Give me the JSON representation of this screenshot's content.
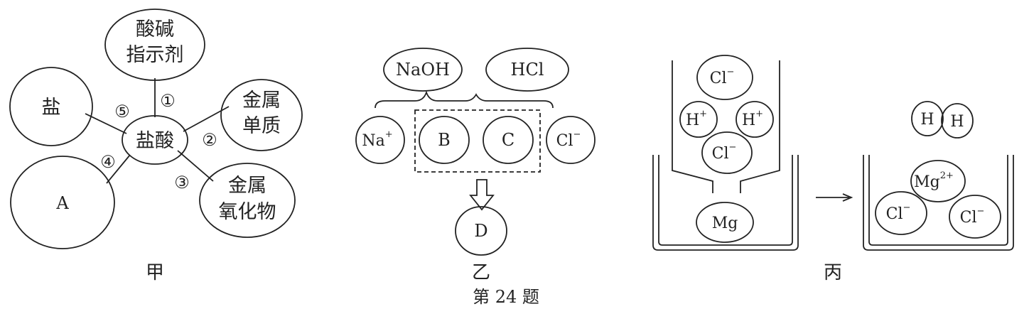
{
  "jia": {
    "center": "盐酸",
    "indicator": [
      "酸碱",
      "指示剂"
    ],
    "metal": [
      "金属",
      "单质"
    ],
    "metal_oxide": [
      "金属",
      "氧化物"
    ],
    "salt": "盐",
    "a": "A",
    "n1": "①",
    "n2": "②",
    "n3": "③",
    "n4": "④",
    "n5": "⑤",
    "caption": "甲"
  },
  "yi": {
    "naoh": "NaOH",
    "hcl": "HCl",
    "na": "Na",
    "na_charge": "+",
    "b": "B",
    "c": "C",
    "cl": "Cl",
    "cl_charge": "−",
    "d": "D",
    "caption": "乙"
  },
  "bing": {
    "left_cl_top": "Cl",
    "left_cl_top_charge": "−",
    "left_h1": "H",
    "left_h1_charge": "+",
    "left_h2": "H",
    "left_h2_charge": "+",
    "left_cl_bottom": "Cl",
    "left_cl_bottom_charge": "−",
    "left_mg": "Mg",
    "right_h1": "H",
    "right_h2": "H",
    "right_mg": "Mg",
    "right_mg_charge": "2+",
    "right_cl1": "Cl",
    "right_cl1_charge": "−",
    "right_cl2": "Cl",
    "right_cl2_charge": "−",
    "caption": "丙"
  },
  "footer": "第 24 题"
}
